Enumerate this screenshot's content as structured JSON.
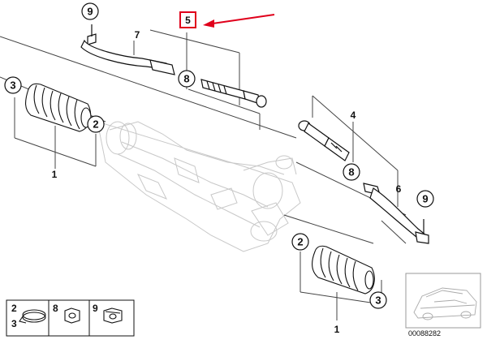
{
  "diagram": {
    "callouts": {
      "c9_top": "9",
      "c3_left": "3",
      "c2_left": "2",
      "c8_upper": "8",
      "c8_right": "8",
      "c9_right": "9",
      "c2_bottom": "2",
      "c3_bottom": "3"
    },
    "labels": {
      "l7": "7",
      "l5": "5",
      "l1_left": "1",
      "l4": "4",
      "l6": "6",
      "l1_bottom": "1"
    },
    "legend": {
      "row1_num": "2",
      "row2_num": "3",
      "nut8": "8",
      "nut9": "9"
    },
    "diagram_code": "00088282",
    "highlight_color": "#e0001b",
    "arrow_color": "#e0001b"
  }
}
